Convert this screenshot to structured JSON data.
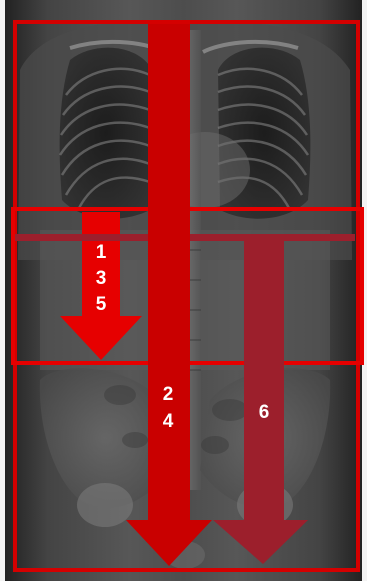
{
  "image": {
    "subject": "x-ray-radiograph-torso",
    "background_color": "#f3f3f3",
    "radiograph_color": "#3b3b3b"
  },
  "colors": {
    "red": "#d40000",
    "dark_red": "#b10000",
    "maroon": "#9c1f2c",
    "rect_stroke": "#e60000",
    "text": "#ffffff"
  },
  "labels": {
    "arrow_left": [
      "1",
      "3",
      "5"
    ],
    "arrow_center": [
      "2",
      "4"
    ],
    "arrow_right": [
      "6"
    ]
  }
}
